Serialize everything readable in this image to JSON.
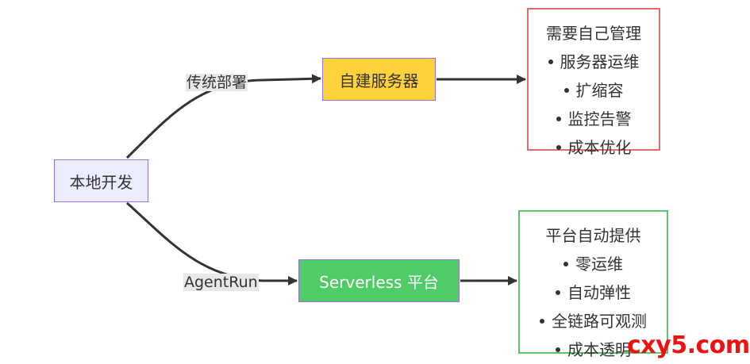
{
  "nodes": {
    "start": "本地开发",
    "self_built": "自建服务器",
    "serverless": "Serverless 平台"
  },
  "edges": {
    "traditional": "传统部署",
    "agentrun": "AgentRun"
  },
  "self_managed": {
    "heading": "需要自己管理",
    "items": [
      "服务器运维",
      "扩缩容",
      "监控告警",
      "成本优化"
    ]
  },
  "platform_provided": {
    "heading": "平台自动提供",
    "items": [
      "零运维",
      "自动弹性",
      "全链路可观测",
      "成本透明"
    ]
  },
  "watermark": "cxy5.com",
  "colors": {
    "start_fill": "#ececff",
    "self_built_fill": "#ffd23c",
    "serverless_fill": "#4fcc67",
    "node_border": "#9370db",
    "manage_border": "#e06c6c",
    "platform_border": "#5cc56b",
    "edge": "#333333",
    "watermark": "#ee1111"
  }
}
